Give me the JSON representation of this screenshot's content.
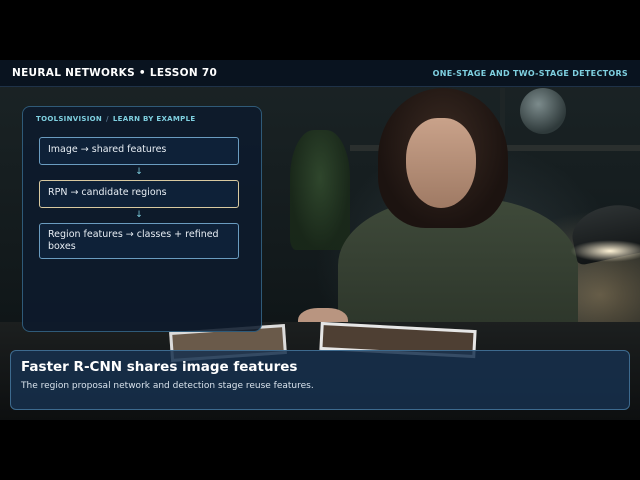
{
  "header": {
    "left_title": "NEURAL NETWORKS • LESSON 70",
    "right_title": "ONE-STAGE AND TWO-STAGE DETECTORS"
  },
  "panel": {
    "breadcrumb": [
      "TOOLSINVISION",
      "LEARN BY EXAMPLE"
    ],
    "breadcrumb_separator": "/",
    "steps": [
      "Image → shared features",
      "RPN → candidate regions",
      "Region features → classes + refined boxes"
    ],
    "arrow": "↓"
  },
  "caption": {
    "title": "Faster R-CNN shares image features",
    "subtitle": "The region proposal network and detection stage reuse features."
  },
  "colors": {
    "accent": "#7fd0e0",
    "panel_bg": "#0c1a2c",
    "step_border": "#6a9cc0",
    "highlight_border": "#d8c9a0"
  }
}
